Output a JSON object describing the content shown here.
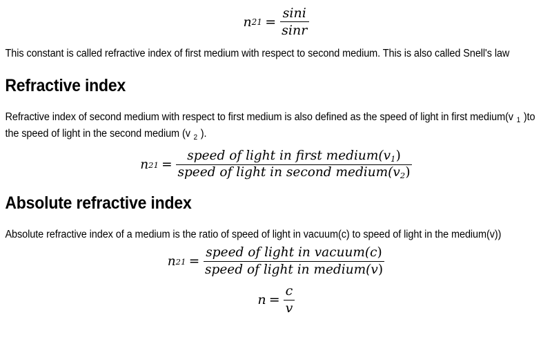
{
  "document": {
    "background_color": "#ffffff",
    "text_color": "#000000",
    "paragraphs": {
      "snell_note": "This constant is called refractive index of first medium with respect to second medium. This is also called Snell's law",
      "refractive_index_body_1": "Refractive index of second medium with respect to first medium is also defined as the speed of light in first medium(v",
      "refractive_index_body_sub1": "1",
      "refractive_index_body_2": ")to the speed of light in the second medium (v",
      "refractive_index_body_sub2": "2",
      "refractive_index_body_3": ").",
      "absolute_body": "Absolute refractive index of a medium is the ratio of speed of light in vacuum(c) to speed of light in the medium(v))"
    },
    "headings": {
      "refractive_index": "Refractive index",
      "absolute_refractive_index": "Absolute refractive index"
    },
    "formulas": {
      "snell": {
        "lhs_symbol": "n",
        "lhs_subscript": "21",
        "operator": "=",
        "numerator": "sini",
        "denominator": "sinr",
        "plain": "n21 = sini / sinr"
      },
      "speed_ratio": {
        "lhs_symbol": "n",
        "lhs_subscript": "21",
        "operator": "=",
        "numerator_text": "speed of light in first medium(",
        "numerator_var": "v",
        "numerator_var_sub": "1",
        "numerator_close": ")",
        "denominator_text": "speed of light in second medium(",
        "denominator_var": "v",
        "denominator_var_sub": "2",
        "denominator_close": ")",
        "plain": "n21 = speed of light in first medium(v1) / speed of light in second medium(v2)"
      },
      "absolute": {
        "lhs_symbol": "n",
        "lhs_subscript": "21",
        "operator": "=",
        "numerator_text": "speed of light in vacuum(",
        "numerator_var": "c",
        "numerator_close": ")",
        "denominator_text": "speed of light in medium(",
        "denominator_var": "v",
        "denominator_close": ")",
        "plain": "n21 = speed of light in vacuum(c) / speed of light in medium(v)"
      },
      "n_c_v": {
        "lhs_symbol": "n",
        "operator": "=",
        "numerator": "c",
        "denominator": "v",
        "plain": "n = c / v"
      }
    }
  }
}
